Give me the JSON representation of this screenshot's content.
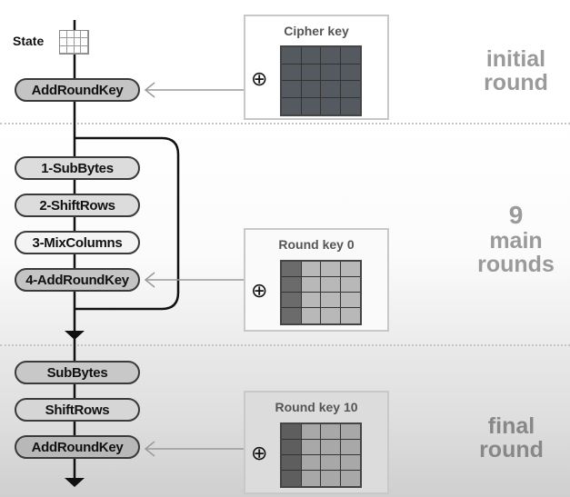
{
  "state": {
    "label": "State"
  },
  "sections": {
    "initial": {
      "label_lines": [
        "initial",
        "round"
      ],
      "steps": [
        "AddRoundKey"
      ],
      "key": {
        "title": "Cipher key",
        "operator": "⊕",
        "style": "dark"
      }
    },
    "main": {
      "count": "9",
      "label_lines": [
        "main",
        "rounds"
      ],
      "steps": [
        "1-SubBytes",
        "2-ShiftRows",
        "3-MixColumns",
        "4-AddRoundKey"
      ],
      "key": {
        "title": "Round key  0",
        "operator": "⊕",
        "style": "first-column-dark"
      }
    },
    "final": {
      "label_lines": [
        "final",
        "round"
      ],
      "steps": [
        "SubBytes",
        "ShiftRows",
        "AddRoundKey"
      ],
      "key": {
        "title": "Round key 10",
        "operator": "⊕",
        "style": "first-column-dark"
      }
    }
  },
  "colors": {
    "pill_dark": "#c4c4c4",
    "pill_mid": "#dcdcdc",
    "pill_light": "#f2f2f2",
    "key_dark": "#555a60",
    "key_col_dark": "#6b6b6b",
    "key_light": "#b8b8b8",
    "label_gray": "#9a9a9a"
  }
}
